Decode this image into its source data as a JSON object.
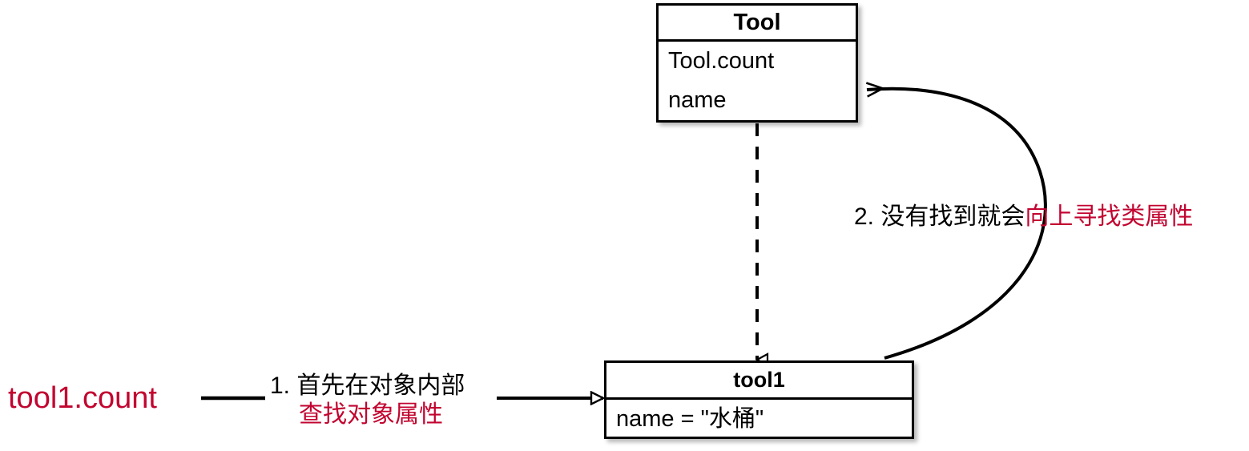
{
  "diagram": {
    "type": "uml-attribute-lookup",
    "background": "#ffffff",
    "accent_color": "#C20430",
    "line_color": "#000000",
    "classes": [
      {
        "id": "tool",
        "name": "Tool",
        "attributes": [
          "Tool.count",
          "name"
        ]
      },
      {
        "id": "tool1",
        "name": "tool1",
        "attributes": [
          "name = \"水桶\""
        ]
      }
    ],
    "expression": "tool1.count",
    "steps": [
      {
        "number": "1.",
        "text_black": "1. 首先在对象内部",
        "text_accent": "查找对象属性"
      },
      {
        "number": "2.",
        "text_black": "2. 没有找到就会",
        "text_accent": "向上寻找类属性"
      }
    ],
    "edges": [
      {
        "name": "instance-of-dashed",
        "from": "Tool",
        "to": "tool1",
        "style": "dashed",
        "arrowhead": "hollow-triangle"
      },
      {
        "name": "lookup-arc",
        "from": "tool1",
        "to": "Tool",
        "style": "solid-curved",
        "arrowhead": "hollow-open-arrow"
      },
      {
        "name": "expression-connector",
        "from": "tool1.count",
        "to": "step-1",
        "style": "solid",
        "arrowhead": "none"
      },
      {
        "name": "step1-to-tool1",
        "from": "step-1",
        "to": "tool1",
        "style": "solid",
        "arrowhead": "hollow-triangle"
      }
    ]
  }
}
